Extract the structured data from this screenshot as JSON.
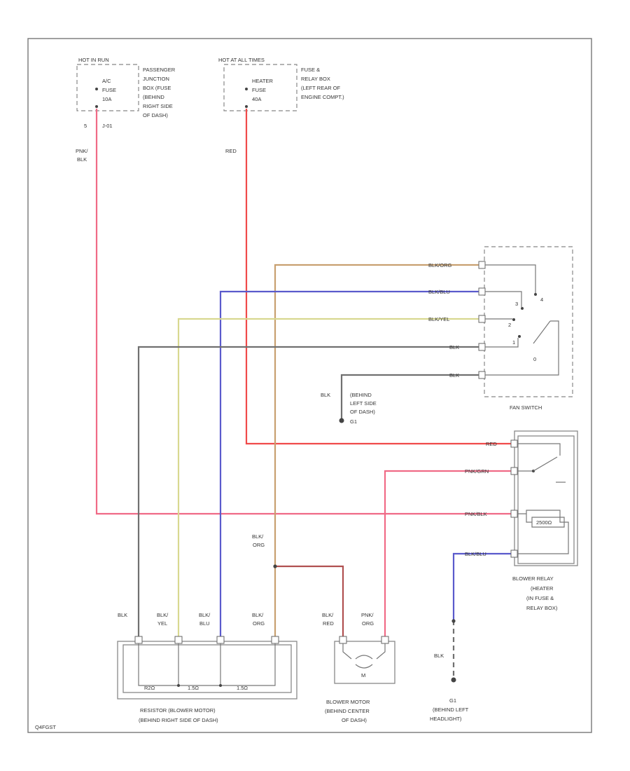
{
  "fuse_boxes": {
    "passenger": {
      "header": "HOT IN RUN",
      "fuse_lines": [
        "A/C",
        "FUSE",
        "10A"
      ],
      "location_lines": [
        "PASSENGER",
        "JUNCTION",
        "BOX (FUSE",
        "(BEHIND",
        "RIGHT SIDE",
        "OF DASH)"
      ],
      "pin": "5",
      "connector": "J-01"
    },
    "relay_box": {
      "header": "HOT AT ALL TIMES",
      "fuse_lines": [
        "HEATER",
        "FUSE",
        "40A"
      ],
      "location_lines": [
        "FUSE &",
        "RELAY BOX",
        "(LEFT REAR OF",
        "ENGINE COMPT.)"
      ]
    }
  },
  "wires": {
    "pnk_blk": [
      "PNK/",
      "BLK"
    ],
    "red": "RED",
    "blk_org": [
      "BLK/",
      "ORG"
    ]
  },
  "fan_switch": {
    "label": "FAN SWITCH",
    "pins": [
      "BLK/ORG",
      "BLK/BLU",
      "BLK/YEL",
      "BLK",
      "BLK"
    ],
    "pin_numbers": [
      "4",
      "3",
      "2",
      "1",
      "0"
    ]
  },
  "ground_g1": {
    "wire": "BLK",
    "location_lines": [
      "(BEHIND",
      "LEFT SIDE",
      "OF DASH)"
    ],
    "id": "G1"
  },
  "blower_relay": {
    "pins": [
      "RED",
      "PNK/GRN",
      "PNK/BLK",
      "BLK/BLU"
    ],
    "coil": "2500Ω",
    "label_lines": [
      "BLOWER RELAY",
      "(HEATER",
      "(IN FUSE &",
      "RELAY BOX)"
    ]
  },
  "resistor": {
    "wire_labels": [
      [
        "BLK"
      ],
      [
        "BLK/",
        "YEL"
      ],
      [
        "BLK/",
        "BLU"
      ],
      [
        "BLK/",
        "ORG"
      ]
    ],
    "values": [
      "R2Ω",
      "1.5Ω",
      "1.5Ω"
    ],
    "label_lines": [
      "RESISTOR (BLOWER MOTOR)",
      "(BEHIND RIGHT SIDE OF DASH)"
    ]
  },
  "blower_motor": {
    "wire_labels": [
      [
        "BLK/",
        "RED"
      ],
      [
        "PNK/",
        "ORG"
      ]
    ],
    "symbol": "M",
    "label_lines": [
      "BLOWER MOTOR",
      "(BEHIND CENTER",
      "OF DASH)"
    ]
  },
  "ground_g2": {
    "wire": "BLK",
    "id": "G1",
    "location_lines": [
      "(BEHIND LEFT",
      "HEADLIGHT)"
    ]
  },
  "diagram_code": "Q4FGST",
  "colors": {
    "pnk_blk": "#f06a86",
    "red": "#f04a4a",
    "blk_org": "#c8a070",
    "blk_blu": "#5a5acc",
    "blk_yel": "#d8d890",
    "blk": "#707070",
    "blk_red": "#b05050"
  }
}
